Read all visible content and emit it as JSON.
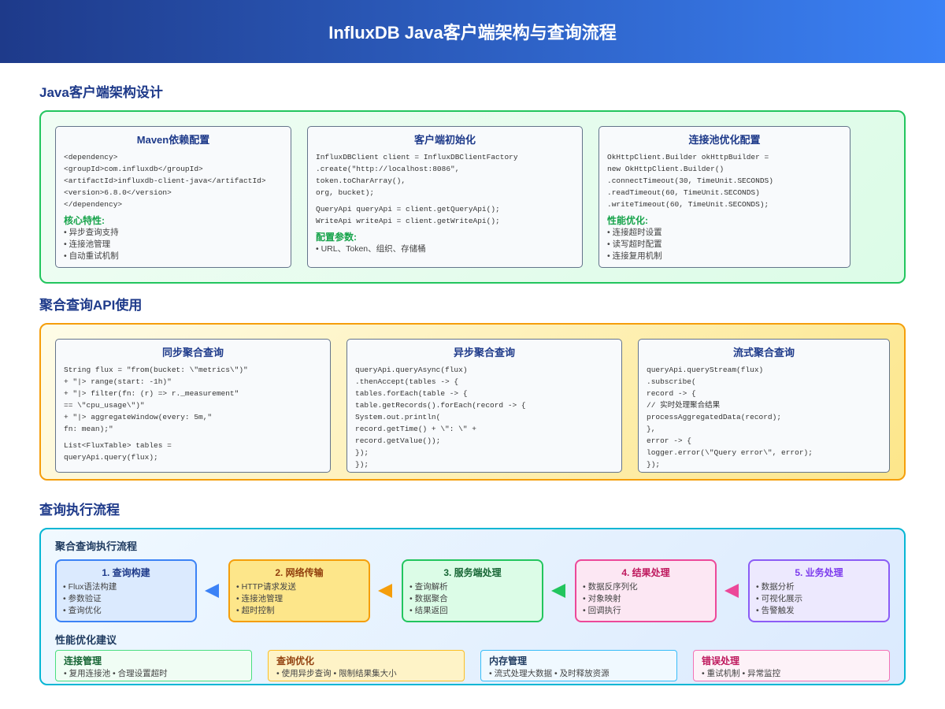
{
  "title": "InfluxDB Java客户端架构与查询流程",
  "sections": [
    "Java客户端架构设计",
    "聚合查询API使用",
    "查询执行流程"
  ],
  "arch_cards": [
    {
      "title": "Maven依赖配置",
      "code": [
        "<dependency>",
        "<groupId>com.influxdb</groupId>",
        "<artifactId>influxdb-client-java</artifactId>",
        "<version>6.8.0</version>",
        "</dependency>"
      ],
      "sub": "核心特性:",
      "bullets": [
        "• 异步查询支持",
        "• 连接池管理",
        "• 自动重试机制"
      ]
    },
    {
      "title": "客户端初始化",
      "code": [
        "InfluxDBClient client = InfluxDBClientFactory",
        ".create(\"http://localhost:8086\",",
        "token.toCharArray(),",
        "org, bucket);",
        "",
        "QueryApi queryApi = client.getQueryApi();",
        "WriteApi writeApi = client.getWriteApi();"
      ],
      "sub": "配置参数:",
      "bullets": [
        "• URL、Token、组织、存储桶"
      ]
    },
    {
      "title": "连接池优化配置",
      "code": [
        "OkHttpClient.Builder okHttpBuilder =",
        "new OkHttpClient.Builder()",
        ".connectTimeout(30, TimeUnit.SECONDS)",
        ".readTimeout(60, TimeUnit.SECONDS)",
        ".writeTimeout(60, TimeUnit.SECONDS);"
      ],
      "sub": "性能优化:",
      "bullets": [
        "• 连接超时设置",
        "• 读写超时配置",
        "• 连接复用机制"
      ]
    }
  ],
  "api_cards": [
    {
      "title": "同步聚合查询",
      "code": [
        "String flux = \"from(bucket: \\\"metrics\\\")\"",
        "+ \"|> range(start: -1h)\"",
        "+ \"|> filter(fn: (r) => r._measurement\"",
        "== \\\"cpu_usage\\\")\"",
        "+ \"|> aggregateWindow(every: 5m,\"",
        "fn: mean);\"",
        "",
        "List<FluxTable> tables =",
        "queryApi.query(flux);"
      ]
    },
    {
      "title": "异步聚合查询",
      "code": [
        "queryApi.queryAsync(flux)",
        ".thenAccept(tables -> {",
        "tables.forEach(table -> {",
        "table.getRecords().forEach(record -> {",
        "System.out.println(",
        "record.getTime() + \\\": \\\" +",
        "record.getValue());",
        "});",
        "});"
      ]
    },
    {
      "title": "流式聚合查询",
      "code": [
        "queryApi.queryStream(flux)",
        ".subscribe(",
        "record -> {",
        "// 实时处理聚合结果",
        "processAggregatedData(record);",
        "},",
        "error -> {",
        "logger.error(\\\"Query error\\\", error);",
        "});"
      ]
    }
  ],
  "flow_title": "聚合查询执行流程",
  "flow": [
    {
      "title": "1. 查询构建",
      "color": "#3b82f6",
      "bg": "#dbeafe",
      "text": "#1e3a8a",
      "bullets": [
        "• Flux语法构建",
        "• 参数验证",
        "• 查询优化"
      ]
    },
    {
      "title": "2. 网络传输",
      "color": "#f59e0b",
      "bg": "#fde68a",
      "text": "#92400e",
      "bullets": [
        "• HTTP请求发送",
        "• 连接池管理",
        "• 超时控制"
      ]
    },
    {
      "title": "3. 服务端处理",
      "color": "#22c55e",
      "bg": "#dcfce7",
      "text": "#166534",
      "bullets": [
        "• 查询解析",
        "• 数据聚合",
        "• 结果返回"
      ]
    },
    {
      "title": "4. 结果处理",
      "color": "#ec4899",
      "bg": "#fce7f3",
      "text": "#be185d",
      "bullets": [
        "• 数据反序列化",
        "• 对象映射",
        "• 回调执行"
      ]
    },
    {
      "title": "5. 业务处理",
      "color": "#8b5cf6",
      "bg": "#ede9fe",
      "text": "#7c3aed",
      "bullets": [
        "• 数据分析",
        "• 可视化展示",
        "• 告警触发"
      ]
    }
  ],
  "perf_title": "性能优化建议",
  "tips": [
    {
      "title": "连接管理",
      "text": "• 复用连接池 • 合理设置超时",
      "color": "#4ade80",
      "bg": "#f0fdf4",
      "tc": "#166534"
    },
    {
      "title": "查询优化",
      "text": "• 使用异步查询 • 限制结果集大小",
      "color": "#fbbf24",
      "bg": "#fef3c7",
      "tc": "#92400e"
    },
    {
      "title": "内存管理",
      "text": "• 流式处理大数据 • 及时释放资源",
      "color": "#38bdf8",
      "bg": "#f0f9ff",
      "tc": "#1e3a5f"
    },
    {
      "title": "错误处理",
      "text": "• 重试机制 • 异常监控",
      "color": "#f472b6",
      "bg": "#fdf2f8",
      "tc": "#be185d"
    }
  ]
}
